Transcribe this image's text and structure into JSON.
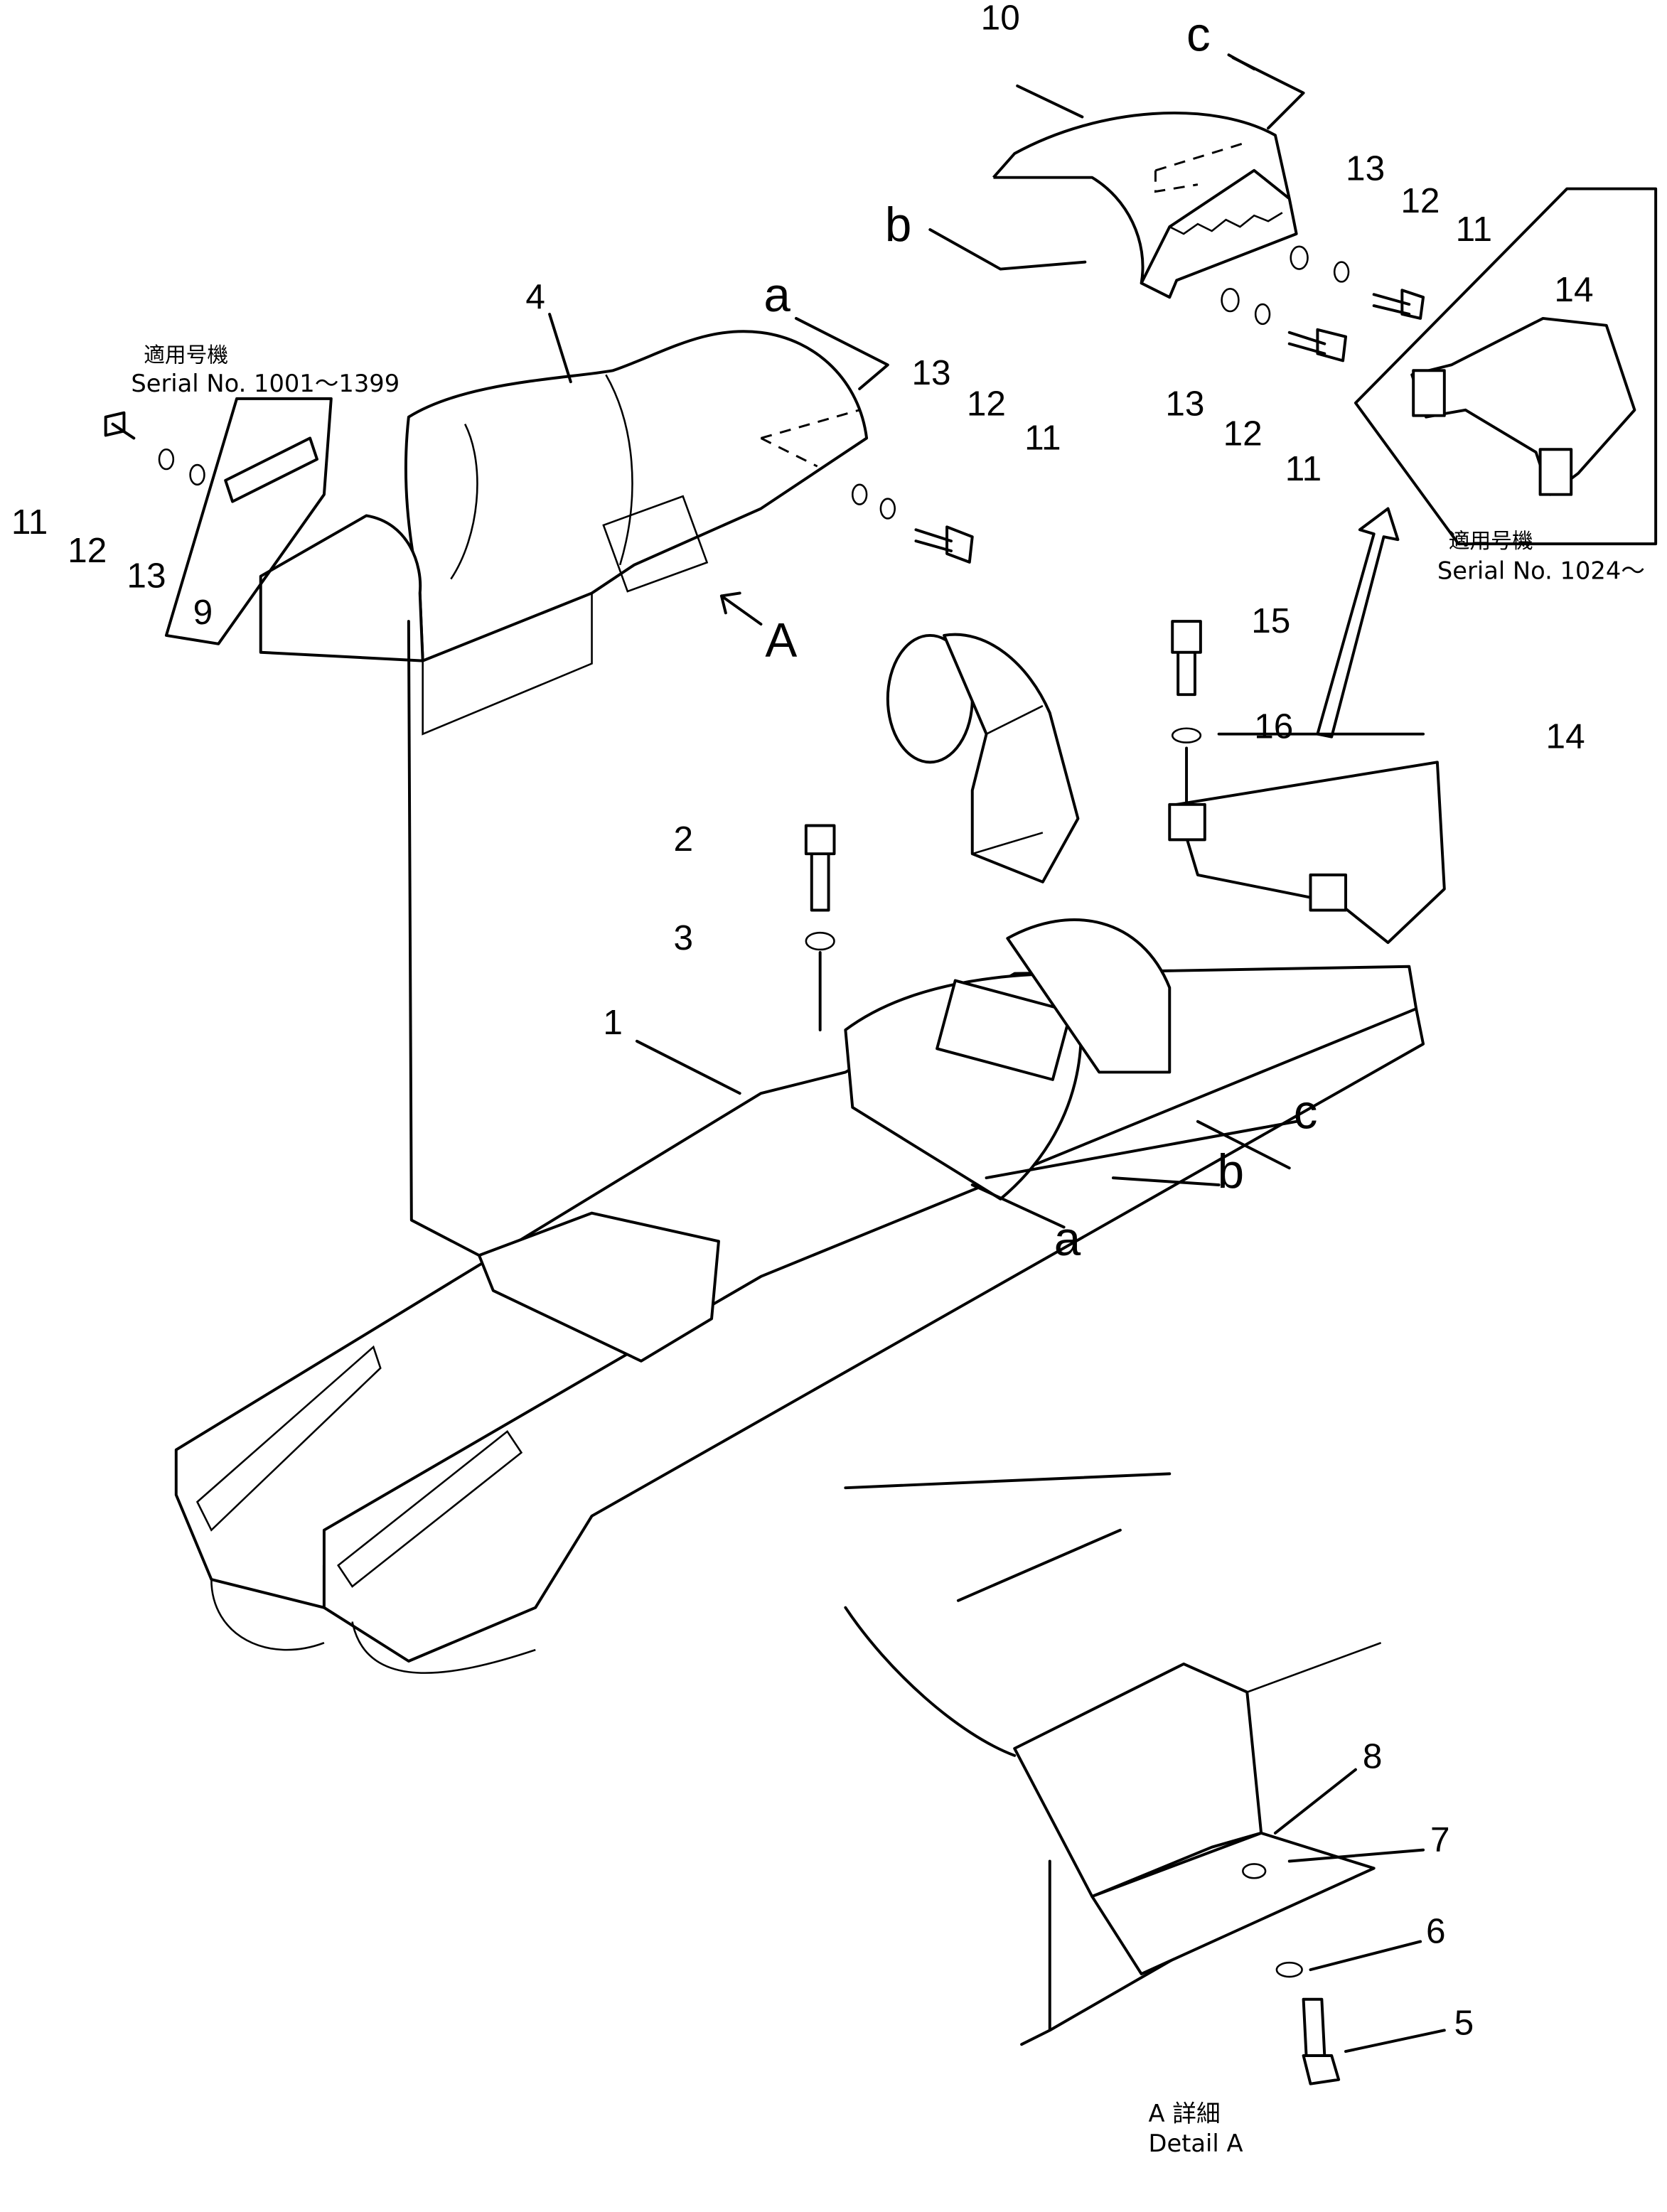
{
  "callouts": {
    "c10": "10",
    "c_top": "c",
    "b_top": "b",
    "r13a": "13",
    "r12a": "12",
    "r11a": "11",
    "r13b": "13",
    "r12b": "12",
    "r11b": "11",
    "r14": "14",
    "c4": "4",
    "a_top": "a",
    "m13": "13",
    "m12": "12",
    "m11": "11",
    "l11": "11",
    "l12": "12",
    "l13": "13",
    "l9": "9",
    "arrowA": "A",
    "c15": "15",
    "c16": "16",
    "c14": "14",
    "c2": "2",
    "c3": "3",
    "c1": "1",
    "c_low": "c",
    "b_low": "b",
    "a_low": "a",
    "c8": "8",
    "c7": "7",
    "c6": "6",
    "c5": "5"
  },
  "notes": {
    "left_applicable_jp": "適用号機",
    "left_serial": "Serial No. 1001～1399",
    "right_applicable_jp": "適用号機",
    "right_serial": "Serial No. 1024～",
    "detail_jp": "A 詳細",
    "detail_en": "Detail A"
  }
}
